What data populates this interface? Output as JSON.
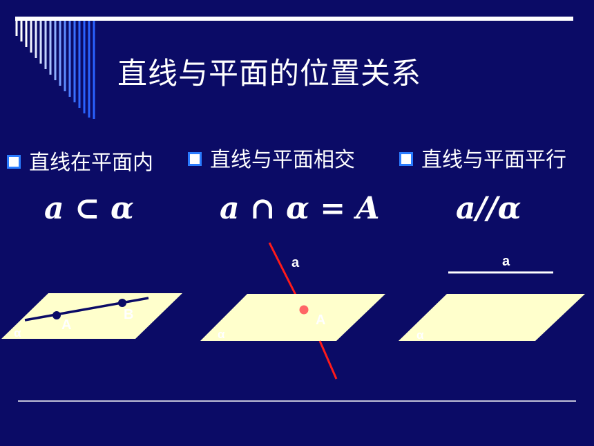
{
  "slide": {
    "title": "直线与平面的位置关系",
    "relations": [
      {
        "label": "直线在平面内",
        "formula": "a ⊂ α",
        "point_labels": [
          "A",
          "B"
        ],
        "plane_label": "α"
      },
      {
        "label": "直线与平面相交",
        "formula": "a ∩ α = A",
        "line_label": "a",
        "point_labels": [
          "A"
        ],
        "plane_label": "α"
      },
      {
        "label": "直线与平面平行",
        "formula": "a//α",
        "line_label": "a",
        "plane_label": "α"
      }
    ]
  },
  "colors": {
    "background": "#0b0b66",
    "plane": "#ffffcc",
    "line_in_plane": "#0b0b66",
    "intersecting_line": "#ff1a1a",
    "intersection_point": "#ff6666",
    "bullet_box_border": "#2a7cff"
  },
  "icons": [
    "square-bullet-icon"
  ]
}
